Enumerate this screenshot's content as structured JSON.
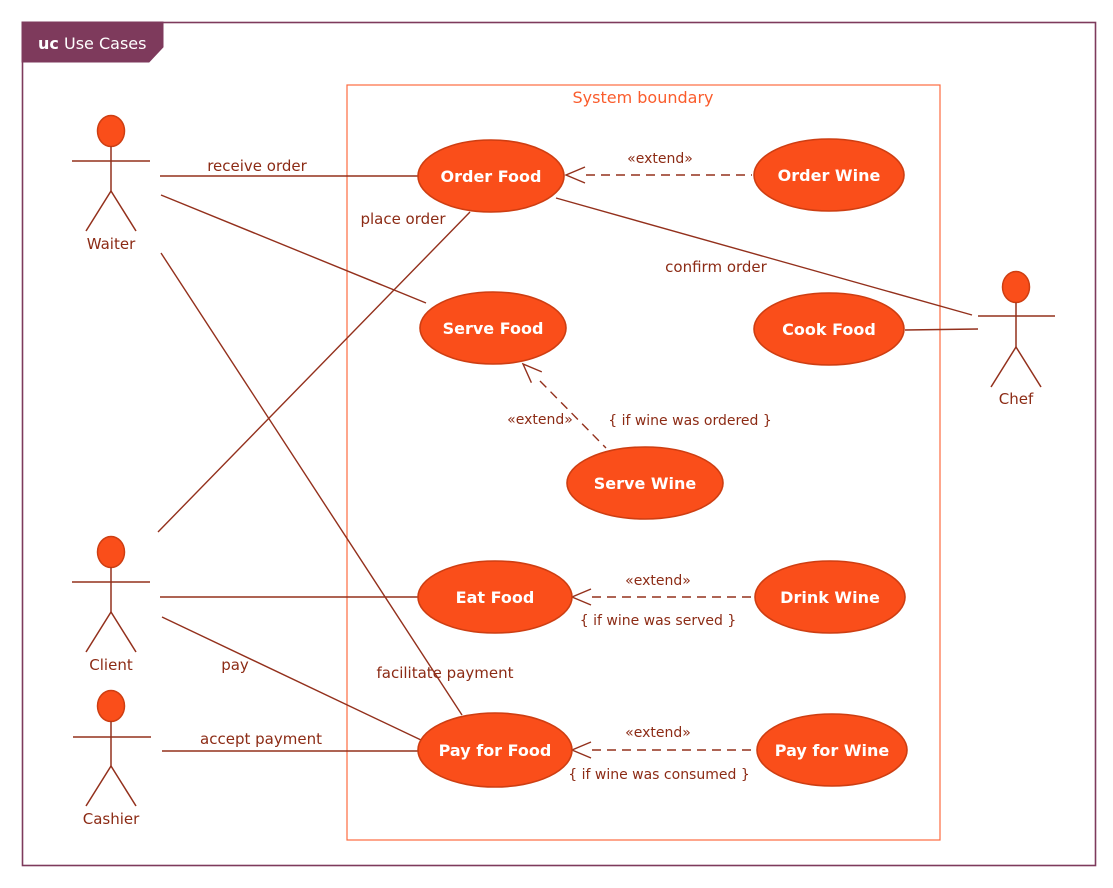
{
  "frame": {
    "keyword": "uc",
    "title": "Use Cases"
  },
  "system_boundary": {
    "label": "System boundary"
  },
  "actors": [
    {
      "label": "Waiter"
    },
    {
      "label": "Chef"
    },
    {
      "label": "Client"
    },
    {
      "label": "Cashier"
    }
  ],
  "use_cases": [
    {
      "label": "Order Food"
    },
    {
      "label": "Order Wine"
    },
    {
      "label": "Serve Food"
    },
    {
      "label": "Cook Food"
    },
    {
      "label": "Serve Wine"
    },
    {
      "label": "Eat Food"
    },
    {
      "label": "Drink Wine"
    },
    {
      "label": "Pay for Food"
    },
    {
      "label": "Pay for Wine"
    }
  ],
  "associations": [
    {
      "from": "Waiter",
      "to": "Order Food",
      "label": "receive order"
    },
    {
      "from": "Client",
      "to": "Order Food",
      "label": "place order"
    },
    {
      "from": "Order Food",
      "to": "Chef",
      "label": "confirm order"
    },
    {
      "from": "Waiter",
      "to": "Serve Food",
      "label": ""
    },
    {
      "from": "Client",
      "to": "Eat Food",
      "label": ""
    },
    {
      "from": "Client",
      "to": "Pay for Food",
      "label": "pay"
    },
    {
      "from": "Waiter",
      "to": "Pay for Food",
      "label": "facilitate payment"
    },
    {
      "from": "Cashier",
      "to": "Pay for Food",
      "label": "accept payment"
    },
    {
      "from": "Cook Food",
      "to": "Chef",
      "label": ""
    }
  ],
  "extends": [
    {
      "stereotype": "«extend»",
      "from": "Order Wine",
      "to": "Order Food",
      "condition": ""
    },
    {
      "stereotype": "«extend»",
      "from": "Serve Wine",
      "to": "Serve Food",
      "condition": "{ if wine was ordered }"
    },
    {
      "stereotype": "«extend»",
      "from": "Drink Wine",
      "to": "Eat Food",
      "condition": "{ if wine was served }"
    },
    {
      "stereotype": "«extend»",
      "from": "Pay for Wine",
      "to": "Pay for Food",
      "condition": "{ if wine was consumed }"
    }
  ],
  "colors": {
    "frame": "#7e3a5c",
    "boundary_stroke": "#fc6b3f",
    "boundary_text": "#fa5c2c",
    "node_fill": "#fa4e1a",
    "node_stroke": "#ce3e12",
    "node_text": "#ffffff",
    "line": "#93301c",
    "label_text": "#8c2b15",
    "background": "#ffffff"
  }
}
